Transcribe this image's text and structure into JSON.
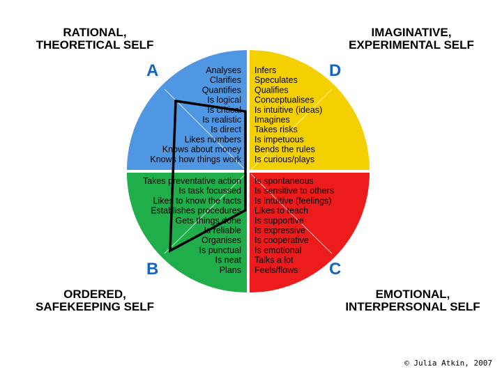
{
  "titles": {
    "a": "RATIONAL,\nTHEORETICAL SELF",
    "d": "IMAGINATIVE,\nEXPERIMENTAL SELF",
    "b": "ORDERED,\nSAFEKEEPING SELF",
    "c": "EMOTIONAL,\nINTERPERSONAL SELF"
  },
  "letters": {
    "a": "A",
    "d": "D",
    "b": "B",
    "c": "C"
  },
  "colors": {
    "quadrant_a": "#4f96e3",
    "quadrant_d": "#f5d000",
    "quadrant_b": "#1fae4a",
    "quadrant_c": "#ec1c1c",
    "letter": "#1565c0",
    "divider": "#ffffff",
    "profile_line": "#000000"
  },
  "quadrants": {
    "a": [
      "Analyses",
      "Clarifies",
      "Quantifies",
      "Is logical",
      "Is critical",
      "Is realistic",
      "Is direct",
      "Likes numbers",
      "Knows about money",
      "Knows how things work"
    ],
    "d": [
      "Infers",
      "Speculates",
      "Qualifies",
      "Conceptualises",
      "Is intuitive (ideas)",
      "Imagines",
      "Takes risks",
      "Is impetuous",
      "Bends the rules",
      "Is curious/plays"
    ],
    "b": [
      "Takes preventative action",
      "Is task focussed",
      "Likes to know the facts",
      "Establishes procedures",
      "Gets things done",
      "Is reliable",
      "Organises",
      "Is  punctual",
      "Is neat",
      "Plans"
    ],
    "c": [
      "Is spontaneous",
      "Is sensitive to others",
      "Is intuitive (feelings)",
      "Likes to teach",
      "Is supportive",
      "Is expressive",
      "Is cooperative",
      "Is emotional",
      "Talks a lot",
      "Feels/flows"
    ]
  },
  "copyright": "© Julia Atkin, 2007"
}
